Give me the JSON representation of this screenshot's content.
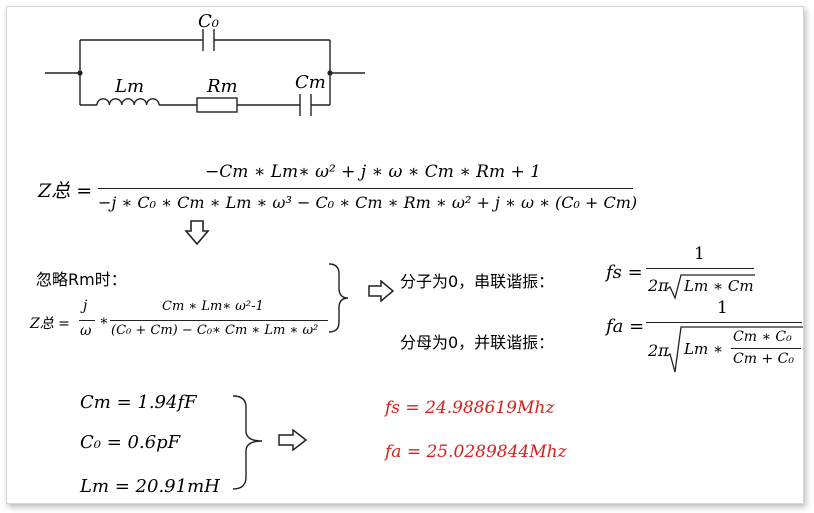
{
  "colors": {
    "accent": "#d9201c",
    "line": "#222222"
  },
  "circuit": {
    "c0_label": "C₀",
    "lm_label": "Lm",
    "rm_label": "Rm",
    "cm_label": "Cm"
  },
  "eq1": {
    "lhs": "Z总 =",
    "numerator": "−Cm ∗ Lm∗ ω² + j ∗ ω ∗ Cm ∗ Rm + 1",
    "denominator": "−j ∗ C₀ ∗ Cm ∗ Lm ∗ ω³ − C₀ ∗ Cm ∗ Rm ∗ ω² + j ∗ ω ∗ (C₀ + Cm)"
  },
  "eq2": {
    "heading": "忽略Rm时：",
    "lhs": "Z总 =",
    "j_num": "j",
    "j_den": "ω",
    "times": "∗",
    "numerator": "Cm ∗ Lm∗ ω²-1",
    "denominator": "(C₀ + Cm) − C₀∗ Cm ∗ Lm ∗ ω²"
  },
  "series": {
    "label": "分子为0，串联谐振：",
    "lhs": "fs =",
    "num": "1",
    "den_prefix": "2π",
    "den_root": "Lm ∗ Cm"
  },
  "parallel": {
    "label": "分母为0，并联谐振：",
    "lhs": "fa =",
    "num": "1",
    "den_prefix": "2π",
    "den_root_prefix": "Lm ∗",
    "inner_num": "Cm ∗ C₀",
    "inner_den": "Cm + C₀"
  },
  "values": {
    "cm": "Cm = 1.94fF",
    "c0": "C₀ = 0.6pF",
    "lm": "Lm = 20.91mH"
  },
  "results": {
    "fs": "fs = 24.988619Mhz",
    "fa": "fa = 25.0289844Mhz"
  }
}
